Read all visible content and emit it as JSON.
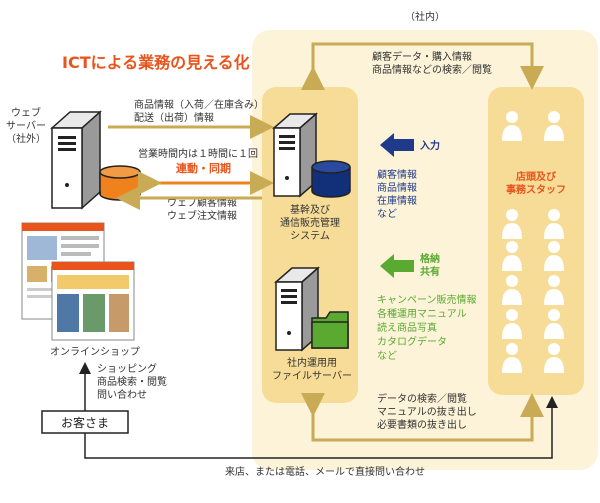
{
  "diagram": {
    "title": "ICTによる業務の見える化",
    "company_label": "（社内）",
    "web_server_label": [
      "ウェブ",
      "サーバー",
      "（社外）"
    ],
    "flow_to_core": [
      "商品情報（入荷／在庫含み）",
      "配送（出荷）情報"
    ],
    "sync_note": "営業時間内は１時間に１回",
    "sync_label": "連動・同期",
    "flow_from_web": [
      "ウェブ顧客情報",
      "ウェブ注文情報"
    ],
    "core_system_label": [
      "基幹及び",
      "通信販売管理",
      "システム"
    ],
    "file_server_label": [
      "社内運用用",
      "ファイルサーバー"
    ],
    "top_flow": [
      "顧客データ・購入情報",
      "商品情報などの検索／閲覧"
    ],
    "input_label": "入力",
    "input_items": [
      "顧客情報",
      "商品情報",
      "在庫情報",
      "など"
    ],
    "store_label": [
      "格納",
      "共有"
    ],
    "store_items": [
      "キャンペーン販売情報",
      "各種運用マニュアル",
      "読え商品写真",
      "カタログデータ",
      "など"
    ],
    "staff_label": [
      "店頭及び",
      "事務スタッフ"
    ],
    "bottom_flow": [
      "データの検索／閲覧",
      "マニュアルの抜き出し",
      "必要書類の抜き出し"
    ],
    "online_shop_label": "オンラインショップ",
    "customer_label": "お客さま",
    "customer_flow": [
      "ショッピング",
      "商品検索・閲覧",
      "問い合わせ"
    ],
    "direct_contact": "来店、または電話、メールで直接問い合わせ",
    "colors": {
      "panel": "#fdf3d8",
      "column": "#f6dc97",
      "arrow": "#c9aa55",
      "title": "#e8541b",
      "blue": "#1f3a8a",
      "green": "#5aaa32",
      "orange": "#f0821e",
      "navy_db": "#12307a"
    }
  }
}
